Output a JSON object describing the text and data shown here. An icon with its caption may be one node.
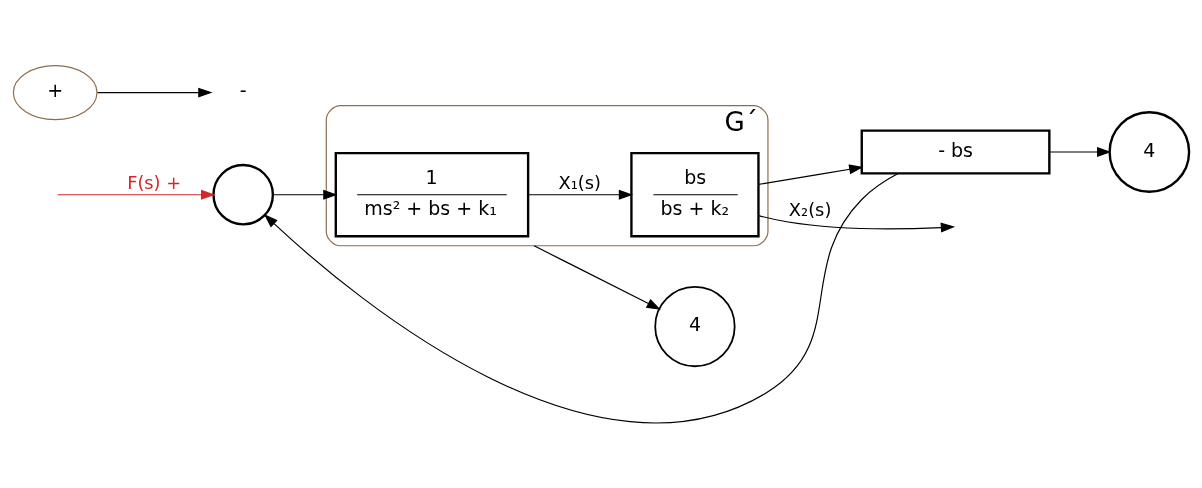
{
  "diagram": {
    "nodes": [
      {
        "text": [
          "G´"
        ]
      },
      {
        "text": [],
        "shape": "circle"
      },
      {
        "text": [
          "1",
          "ms² + bs + k₁"
        ],
        "in": 0
      },
      {
        "text": [
          "bs",
          "bs + k₂"
        ],
        "in": 0
      },
      {
        "text": [
          "- bs"
        ]
      },
      {
        "text": [
          "4"
        ]
      },
      {
        "text": [
          "4"
        ]
      },
      {
        "text": [
          "+"
        ]
      },
      {
        "text": [
          "-"
        ]
      }
    ],
    "edges": [
      {
        "from": null,
        "to": 1,
        "arrow": "to",
        "label": "F(s) +",
        "color": "#d62728"
      },
      {
        "from": 1,
        "to": 2,
        "arrow": "to"
      },
      {
        "from": 2,
        "to": 3,
        "arrow": "to",
        "label": "X₁(s)"
      },
      {
        "from": 3,
        "to": null,
        "arrow": "to",
        "label": "X₂(s)"
      },
      {
        "from": 3,
        "to": 4,
        "arrow": "to"
      },
      {
        "from": 4,
        "to": 1,
        "arrow": "to"
      },
      {
        "from": 0,
        "to": 5,
        "arrow": "to"
      },
      {
        "from": 4,
        "to": 6,
        "arrow": "to"
      },
      {
        "from": 7,
        "to": 8,
        "arrow": "to"
      }
    ]
  }
}
